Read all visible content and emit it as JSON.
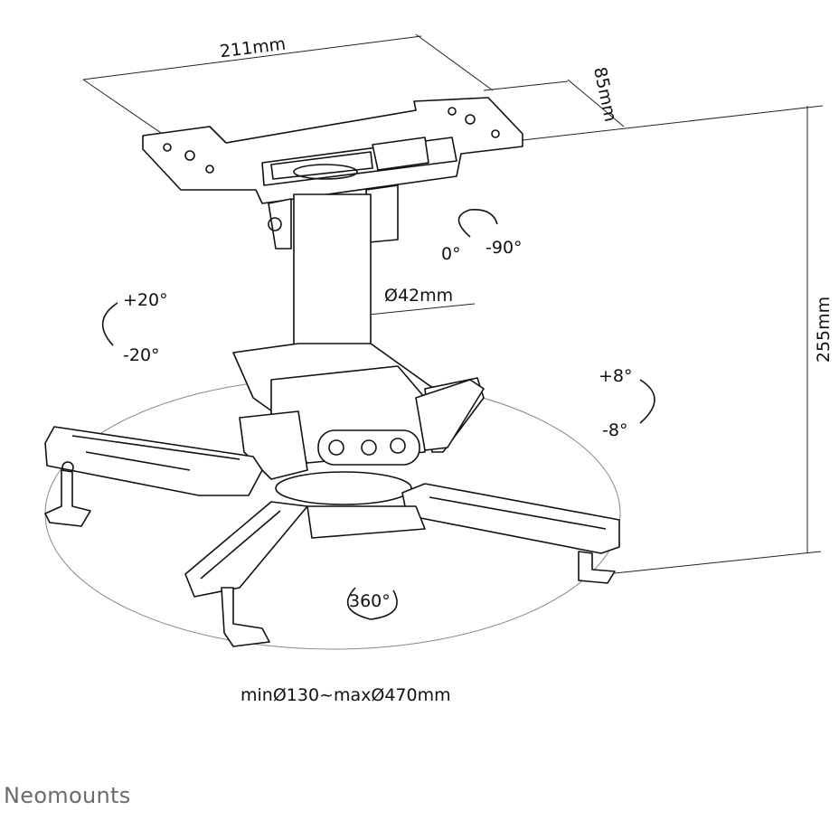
{
  "dimensions": {
    "width": "211mm",
    "depth": "85mm",
    "height": "255mm",
    "tube_diameter": "Ø42mm",
    "arm_range": "minØ130~maxØ470mm"
  },
  "rotation": {
    "swivel_start": "0°",
    "swivel_end": "-90°",
    "tilt_plus": "+20°",
    "tilt_minus": "-20°",
    "roll_plus": "+8°",
    "roll_minus": "-8°",
    "rotation_full": "360°"
  },
  "brand": "Neomounts",
  "colors": {
    "line": "#111111",
    "brand": "#6b6b6b",
    "ellipse": "#888888"
  }
}
